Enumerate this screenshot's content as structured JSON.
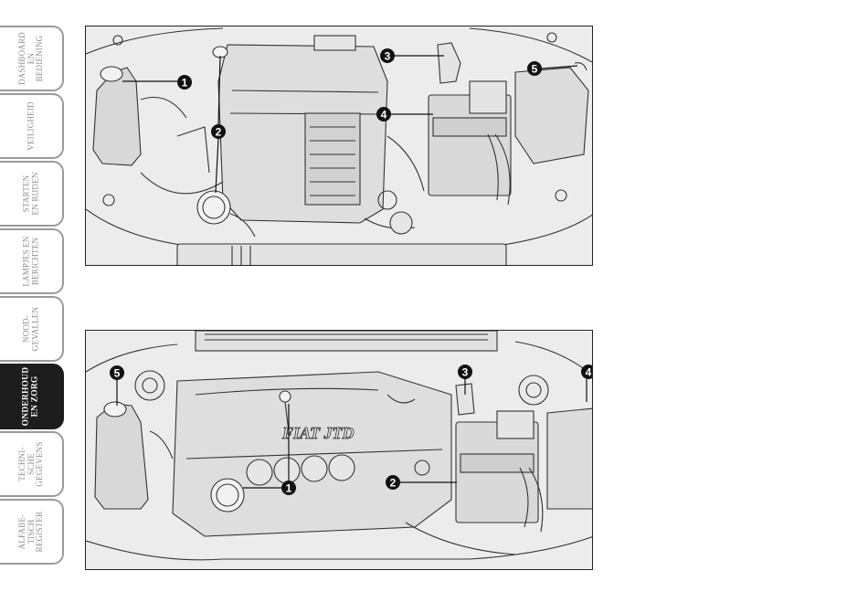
{
  "tabs": [
    {
      "label": "DASHBOARD\nEN\nBEDIENING",
      "active": false
    },
    {
      "label": "VEILIGHEID",
      "active": false
    },
    {
      "label": "STARTEN\nEN RIJDEN",
      "active": false
    },
    {
      "label": "LAMPJES EN\nBERICHTEN",
      "active": false
    },
    {
      "label": "NOOD-\nGEVALLEN",
      "active": false
    },
    {
      "label": "ONDERHOUD\nEN ZORG",
      "active": true
    },
    {
      "label": "TECHNI-\nSCHE\nGEGEVENS",
      "active": false
    },
    {
      "label": "ALFABE-\nTISCH\nREGISTER",
      "active": false
    }
  ],
  "figure1": {
    "callouts": [
      {
        "number": "1"
      },
      {
        "number": "2"
      },
      {
        "number": "3"
      },
      {
        "number": "4"
      },
      {
        "number": "5"
      }
    ]
  },
  "figure2": {
    "engine_logo": "FIAT JTD",
    "callouts": [
      {
        "number": "5"
      },
      {
        "number": "3"
      },
      {
        "number": "4"
      },
      {
        "number": "1"
      },
      {
        "number": "2"
      }
    ]
  },
  "colors": {
    "tab_border": "#9a9a9a",
    "tab_active": "#1d1d1d",
    "callout": "#111111",
    "drawing_bg": "#ececec"
  }
}
